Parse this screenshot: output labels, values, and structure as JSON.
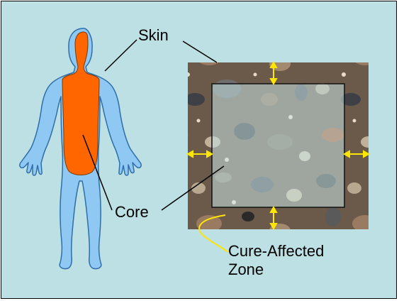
{
  "labels": {
    "skin": "Skin",
    "core": "Core",
    "zone_line1": "Cure-Affected",
    "zone_line2": "Zone"
  },
  "colors": {
    "background": "#bde0e4",
    "body_outline_fill": "#8ec8f3",
    "body_outline_stroke": "#2f6ea8",
    "core_fill": "#ff6600",
    "arrow": "#ffe600",
    "leader_line": "#000000"
  }
}
